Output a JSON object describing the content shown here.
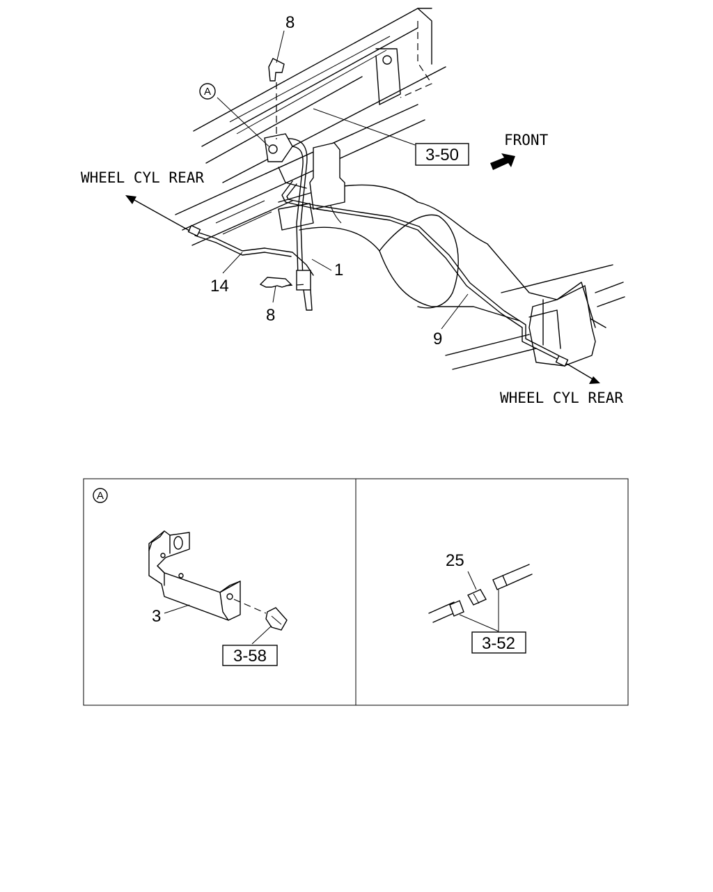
{
  "labels": {
    "wheel_cyl_left": "WHEEL CYL REAR",
    "wheel_cyl_right": "WHEEL CYL REAR",
    "front": "FRONT",
    "detail_marker": "A",
    "detail_marker_inset": "A"
  },
  "callouts": {
    "p8_top": "8",
    "p8_bottom": "8",
    "p1": "1",
    "p14": "14",
    "p9": "9",
    "p3": "3",
    "p25": "25"
  },
  "references": {
    "r350": "3-50",
    "r358": "3-58",
    "r352": "3-52"
  },
  "icons": {
    "front_arrow": "arrow-icon",
    "detail_circle": "circle-letter-icon"
  }
}
